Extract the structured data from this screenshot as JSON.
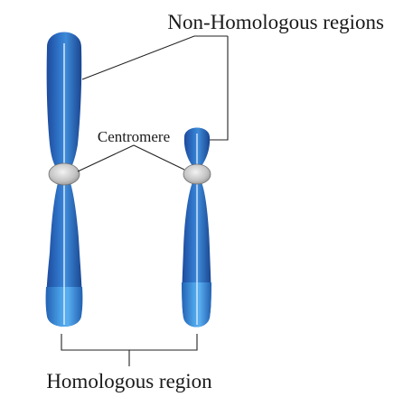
{
  "labels": {
    "top": "Non-Homologous regions",
    "centromere": "Centromere",
    "bottom": "Homologous region"
  },
  "colors": {
    "chromatid_dark": "#1f4fa3",
    "chromatid_mid": "#2f7fd0",
    "chromatid_light": "#57a6e8",
    "centromere": "#c9c9c9",
    "line": "#222222"
  }
}
